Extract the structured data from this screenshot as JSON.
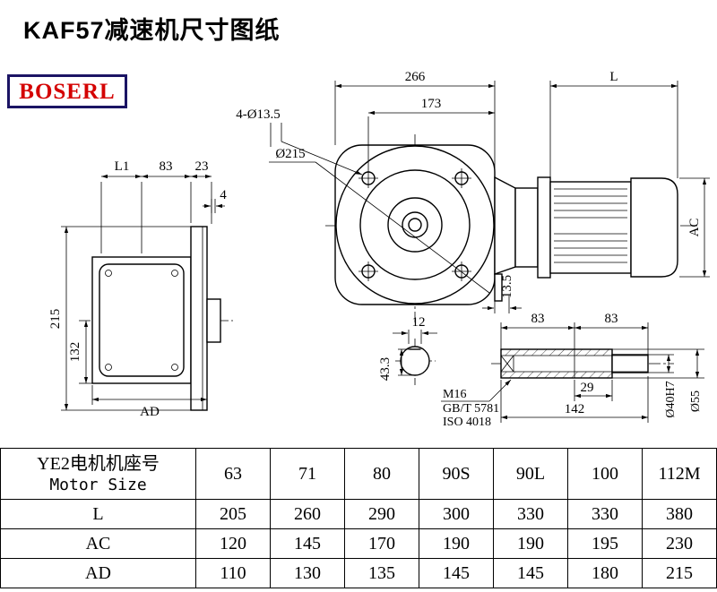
{
  "page": {
    "title": "KAF57减速机尺寸图纸",
    "logo_text": "BOSERL"
  },
  "drawing": {
    "front_view": {
      "dim_top_width": "266",
      "dim_motor_length": "L",
      "dim_bolt_to_face": "173",
      "dim_bolt_holes": "4-Ø13.5",
      "dim_flange_diameter": "Ø215",
      "dim_flange_thickness": "13.5",
      "dim_motor_height": "AC"
    },
    "side_view": {
      "dim_l1": "L1",
      "dim_83": "83",
      "dim_23": "23",
      "dim_4": "4",
      "dim_height": "215",
      "dim_center_height": "132",
      "dim_width": "AD"
    },
    "shaft_end_view": {
      "dim_keyway_width": "12",
      "dim_shaft_flat": "43.3"
    },
    "shaft_detail": {
      "dim_left_83": "83",
      "dim_right_83": "83",
      "dim_29": "29",
      "dim_142": "142",
      "dim_bore": "Ø40H7",
      "dim_outer": "Ø55",
      "thread_label": "M16",
      "standard_gb": "GB/T 5781",
      "standard_iso": "ISO 4018"
    }
  },
  "table": {
    "header": {
      "motor_frame_cn": "YE2电机机座号",
      "motor_frame_en": "Motor Size"
    },
    "sizes": [
      "63",
      "71",
      "80",
      "90S",
      "90L",
      "100",
      "112M"
    ],
    "rows": [
      {
        "label": "L",
        "values": [
          "205",
          "260",
          "290",
          "300",
          "330",
          "330",
          "380"
        ]
      },
      {
        "label": "AC",
        "values": [
          "120",
          "145",
          "170",
          "190",
          "190",
          "195",
          "230"
        ]
      },
      {
        "label": "AD",
        "values": [
          "110",
          "130",
          "135",
          "145",
          "145",
          "180",
          "215"
        ]
      }
    ]
  }
}
